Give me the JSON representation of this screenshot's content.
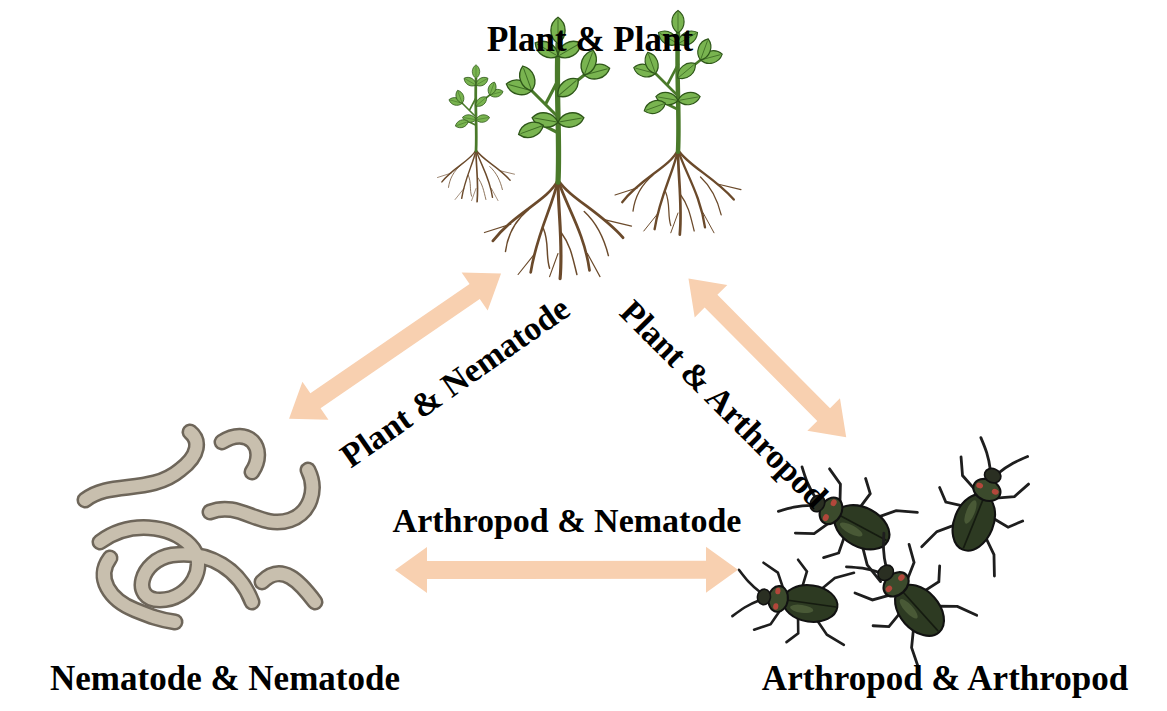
{
  "diagram": {
    "nodes": [
      {
        "text": [
          "Plant & Plant"
        ]
      },
      {
        "text": [
          "Nematode & Nematode"
        ]
      },
      {
        "text": [
          "Arthropod & Arthropod"
        ]
      }
    ],
    "edges": [
      {
        "from": 0,
        "to": 1,
        "label": "Plant & Nematode",
        "arrow": "both"
      },
      {
        "from": 0,
        "to": 2,
        "label": "Plant & Arthropod",
        "arrow": "both"
      },
      {
        "from": 1,
        "to": 2,
        "label": "Arthropod & Nematode",
        "arrow": "both"
      }
    ]
  }
}
